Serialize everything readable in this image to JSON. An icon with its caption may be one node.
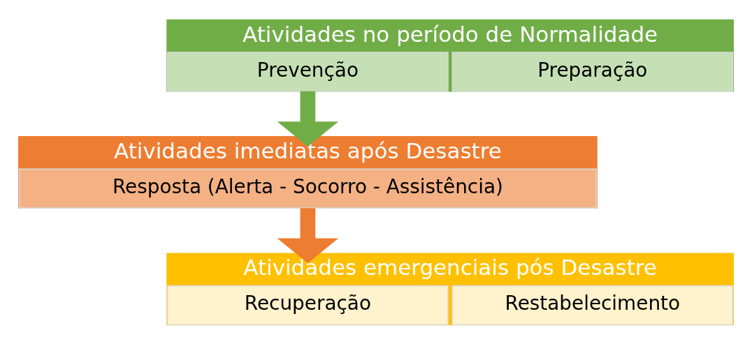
{
  "diagram": {
    "nodes": [
      {
        "text": [
          "Atividades no período de Normalidade"
        ]
      },
      {
        "text": [
          "Prevenção"
        ],
        "in": 0
      },
      {
        "text": [
          "Preparação"
        ],
        "in": 0
      },
      {
        "text": [
          "Atividades imediatas após Desastre"
        ]
      },
      {
        "text": [
          "Resposta (Alerta - Socorro - Assistência)"
        ],
        "in": 3
      },
      {
        "text": [
          "Atividades emergenciais pós Desastre"
        ]
      },
      {
        "text": [
          "Recuperação"
        ],
        "in": 5
      },
      {
        "text": [
          "Restabelecimento"
        ],
        "in": 5
      }
    ],
    "edges": [
      {
        "from": 0,
        "to": 3,
        "arrow": "to",
        "color": "#70ad47"
      },
      {
        "from": 3,
        "to": 5,
        "arrow": "to",
        "color": "#ed7d31"
      }
    ]
  }
}
